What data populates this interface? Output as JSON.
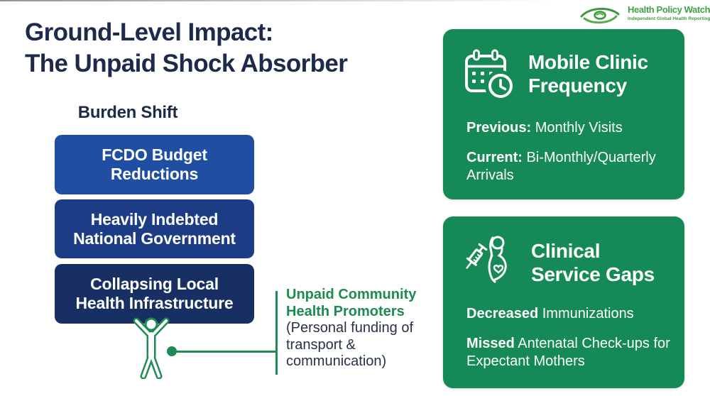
{
  "logo": {
    "title": "Health Policy Watch",
    "tagline": "Independent Global Health Reporting",
    "icon": "eye-logo-icon",
    "color": "#43a145"
  },
  "header": {
    "title_line1": "Ground-Level Impact:",
    "title_line2": "The Unpaid Shock Absorber",
    "color": "#1e2a49"
  },
  "burden": {
    "label": "Burden Shift",
    "boxes": [
      {
        "line1": "FCDO Budget",
        "line2": "Reductions",
        "bg": "#1f4ea3"
      },
      {
        "line1": "Heavily Indebted",
        "line2": "National Government",
        "bg": "#1c3d86"
      },
      {
        "line1": "Collapsing Local",
        "line2": "Health Infrastructure",
        "bg": "#182f63"
      }
    ]
  },
  "annotation": {
    "person_icon": "person-arms-raised-icon",
    "title_line1": "Unpaid Community",
    "title_line2": "Health Promoters",
    "body_line1": "(Personal funding of",
    "body_line2": "transport &",
    "body_line3": "communication)",
    "accent_color": "#1e8b52"
  },
  "cards": [
    {
      "icon": "calendar-clock-icon",
      "title_line1": "Mobile Clinic",
      "title_line2": "Frequency",
      "rows": [
        {
          "label": "Previous:",
          "text": "Monthly Visits"
        },
        {
          "label": "Current:",
          "text": "Bi-Monthly/Quarterly Arrivals"
        }
      ],
      "bg": "#168a56"
    },
    {
      "icon": "syringe-pregnant-woman-icon",
      "title_line1": "Clinical",
      "title_line2": "Service Gaps",
      "rows": [
        {
          "label": "Decreased",
          "text": "Immunizations"
        },
        {
          "label": "Missed",
          "text": "Antenatal Check-ups for Expectant Mothers"
        }
      ],
      "bg": "#168a56"
    }
  ]
}
